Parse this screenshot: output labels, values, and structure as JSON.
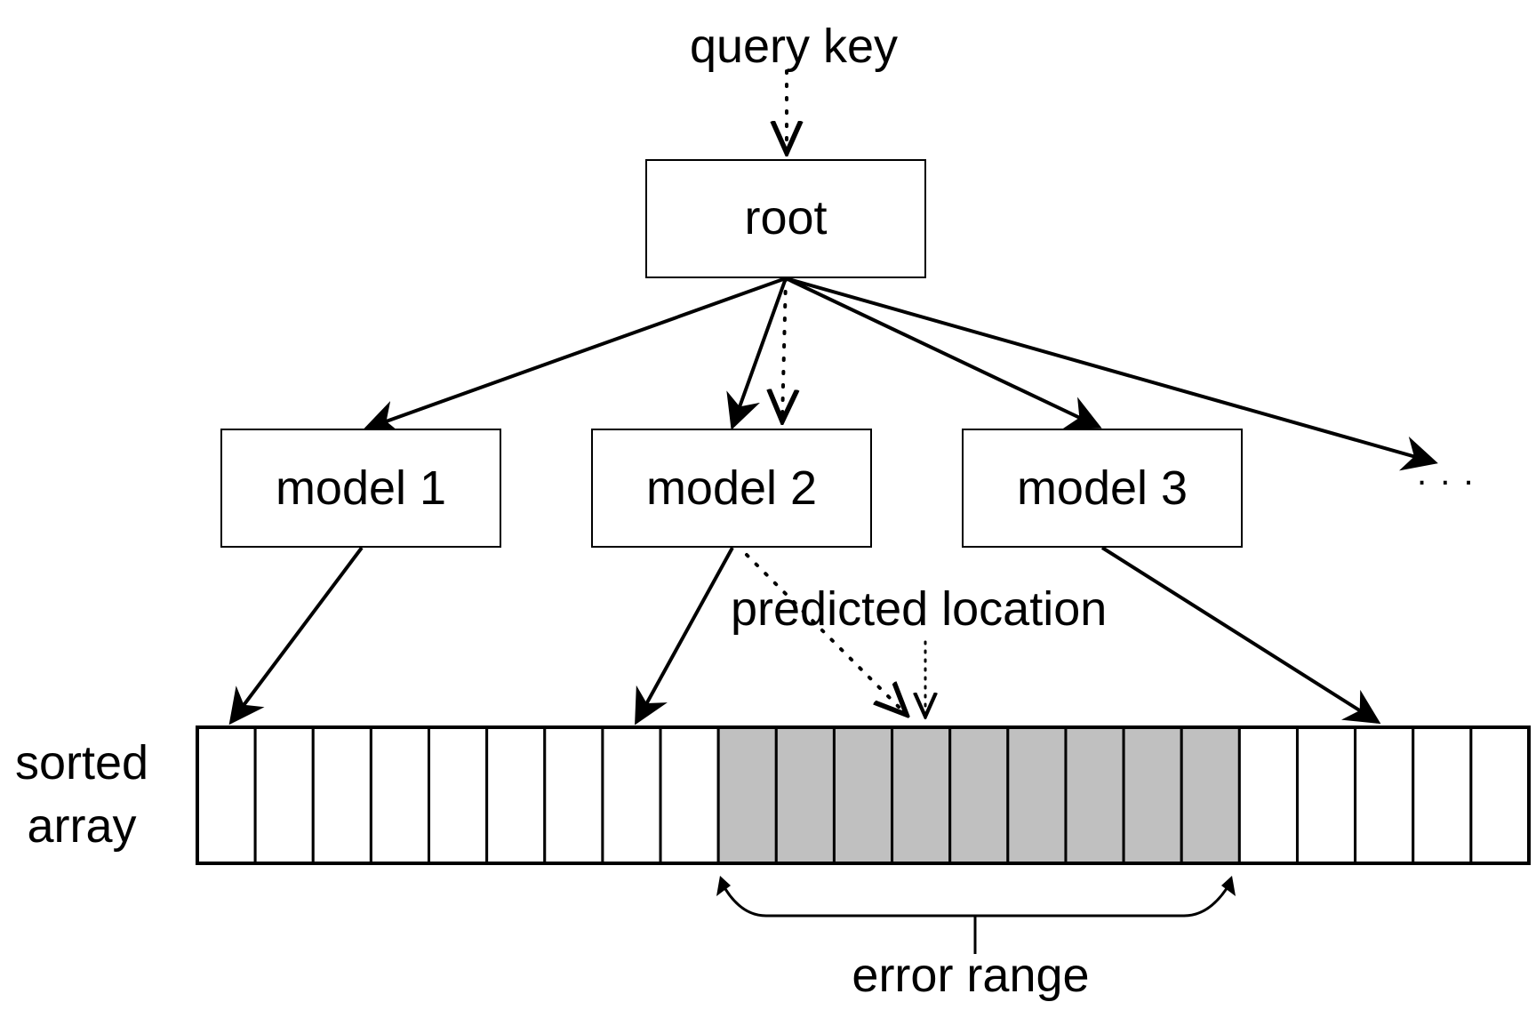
{
  "labels": {
    "query_key": "query key",
    "root": "root",
    "model_1": "model 1",
    "model_2": "model 2",
    "model_3": "model 3",
    "ellipsis": ". . .",
    "predicted_location": "predicted location",
    "sorted_line1": "sorted",
    "sorted_line2": "array",
    "error_range": "error range"
  },
  "array": {
    "cell_count": 23,
    "highlighted_cells": [
      9,
      10,
      11,
      12,
      13,
      14,
      15,
      16,
      17
    ]
  },
  "colors": {
    "stroke": "#000000",
    "highlight": "#c0c0c0",
    "background": "#ffffff"
  }
}
